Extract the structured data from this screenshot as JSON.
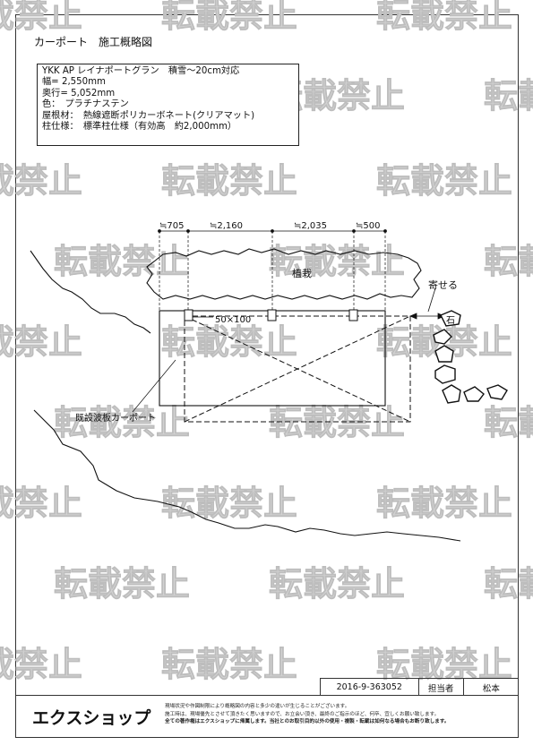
{
  "header": {
    "title": "カーポート　施工概略図"
  },
  "specs": [
    "YKK AP レイナポートグラン　積雪～20cm対応",
    "幅= 2,550mm",
    "奥行= 5,052mm",
    "色：　プラチナステン",
    "屋根材：　熱線遮断ポリカーボネート(クリアマット)",
    "柱仕様：　標準柱仕様（有効高　約2,000mm）"
  ],
  "dimensions": [
    "≒705",
    "≒2,160",
    "≒2,035",
    "≒500"
  ],
  "labels": {
    "planting": "植栽",
    "shift": "寄せる",
    "stone": "石",
    "post_size": "50×100",
    "existing": "既設波板カーポート"
  },
  "watermark": "転載禁止",
  "footer": {
    "doc_no": "2016-9-363052",
    "person_label": "担当者",
    "person": "松本",
    "logo": "エクスショップ",
    "notes": [
      "現場状況や作図制限により概略図の内容と多少の違いが生じることがございます。",
      "施工時は、現場優先とさせて頂きたく思いますので、お立会い頂き、最終のご指示のほど、何卒、宜しくお願い致します。",
      "全ての著作権はエクスショップに帰属します。当社とのお取引目的以外の使用・複製・転載は如何なる場合もお断り致します。"
    ]
  }
}
